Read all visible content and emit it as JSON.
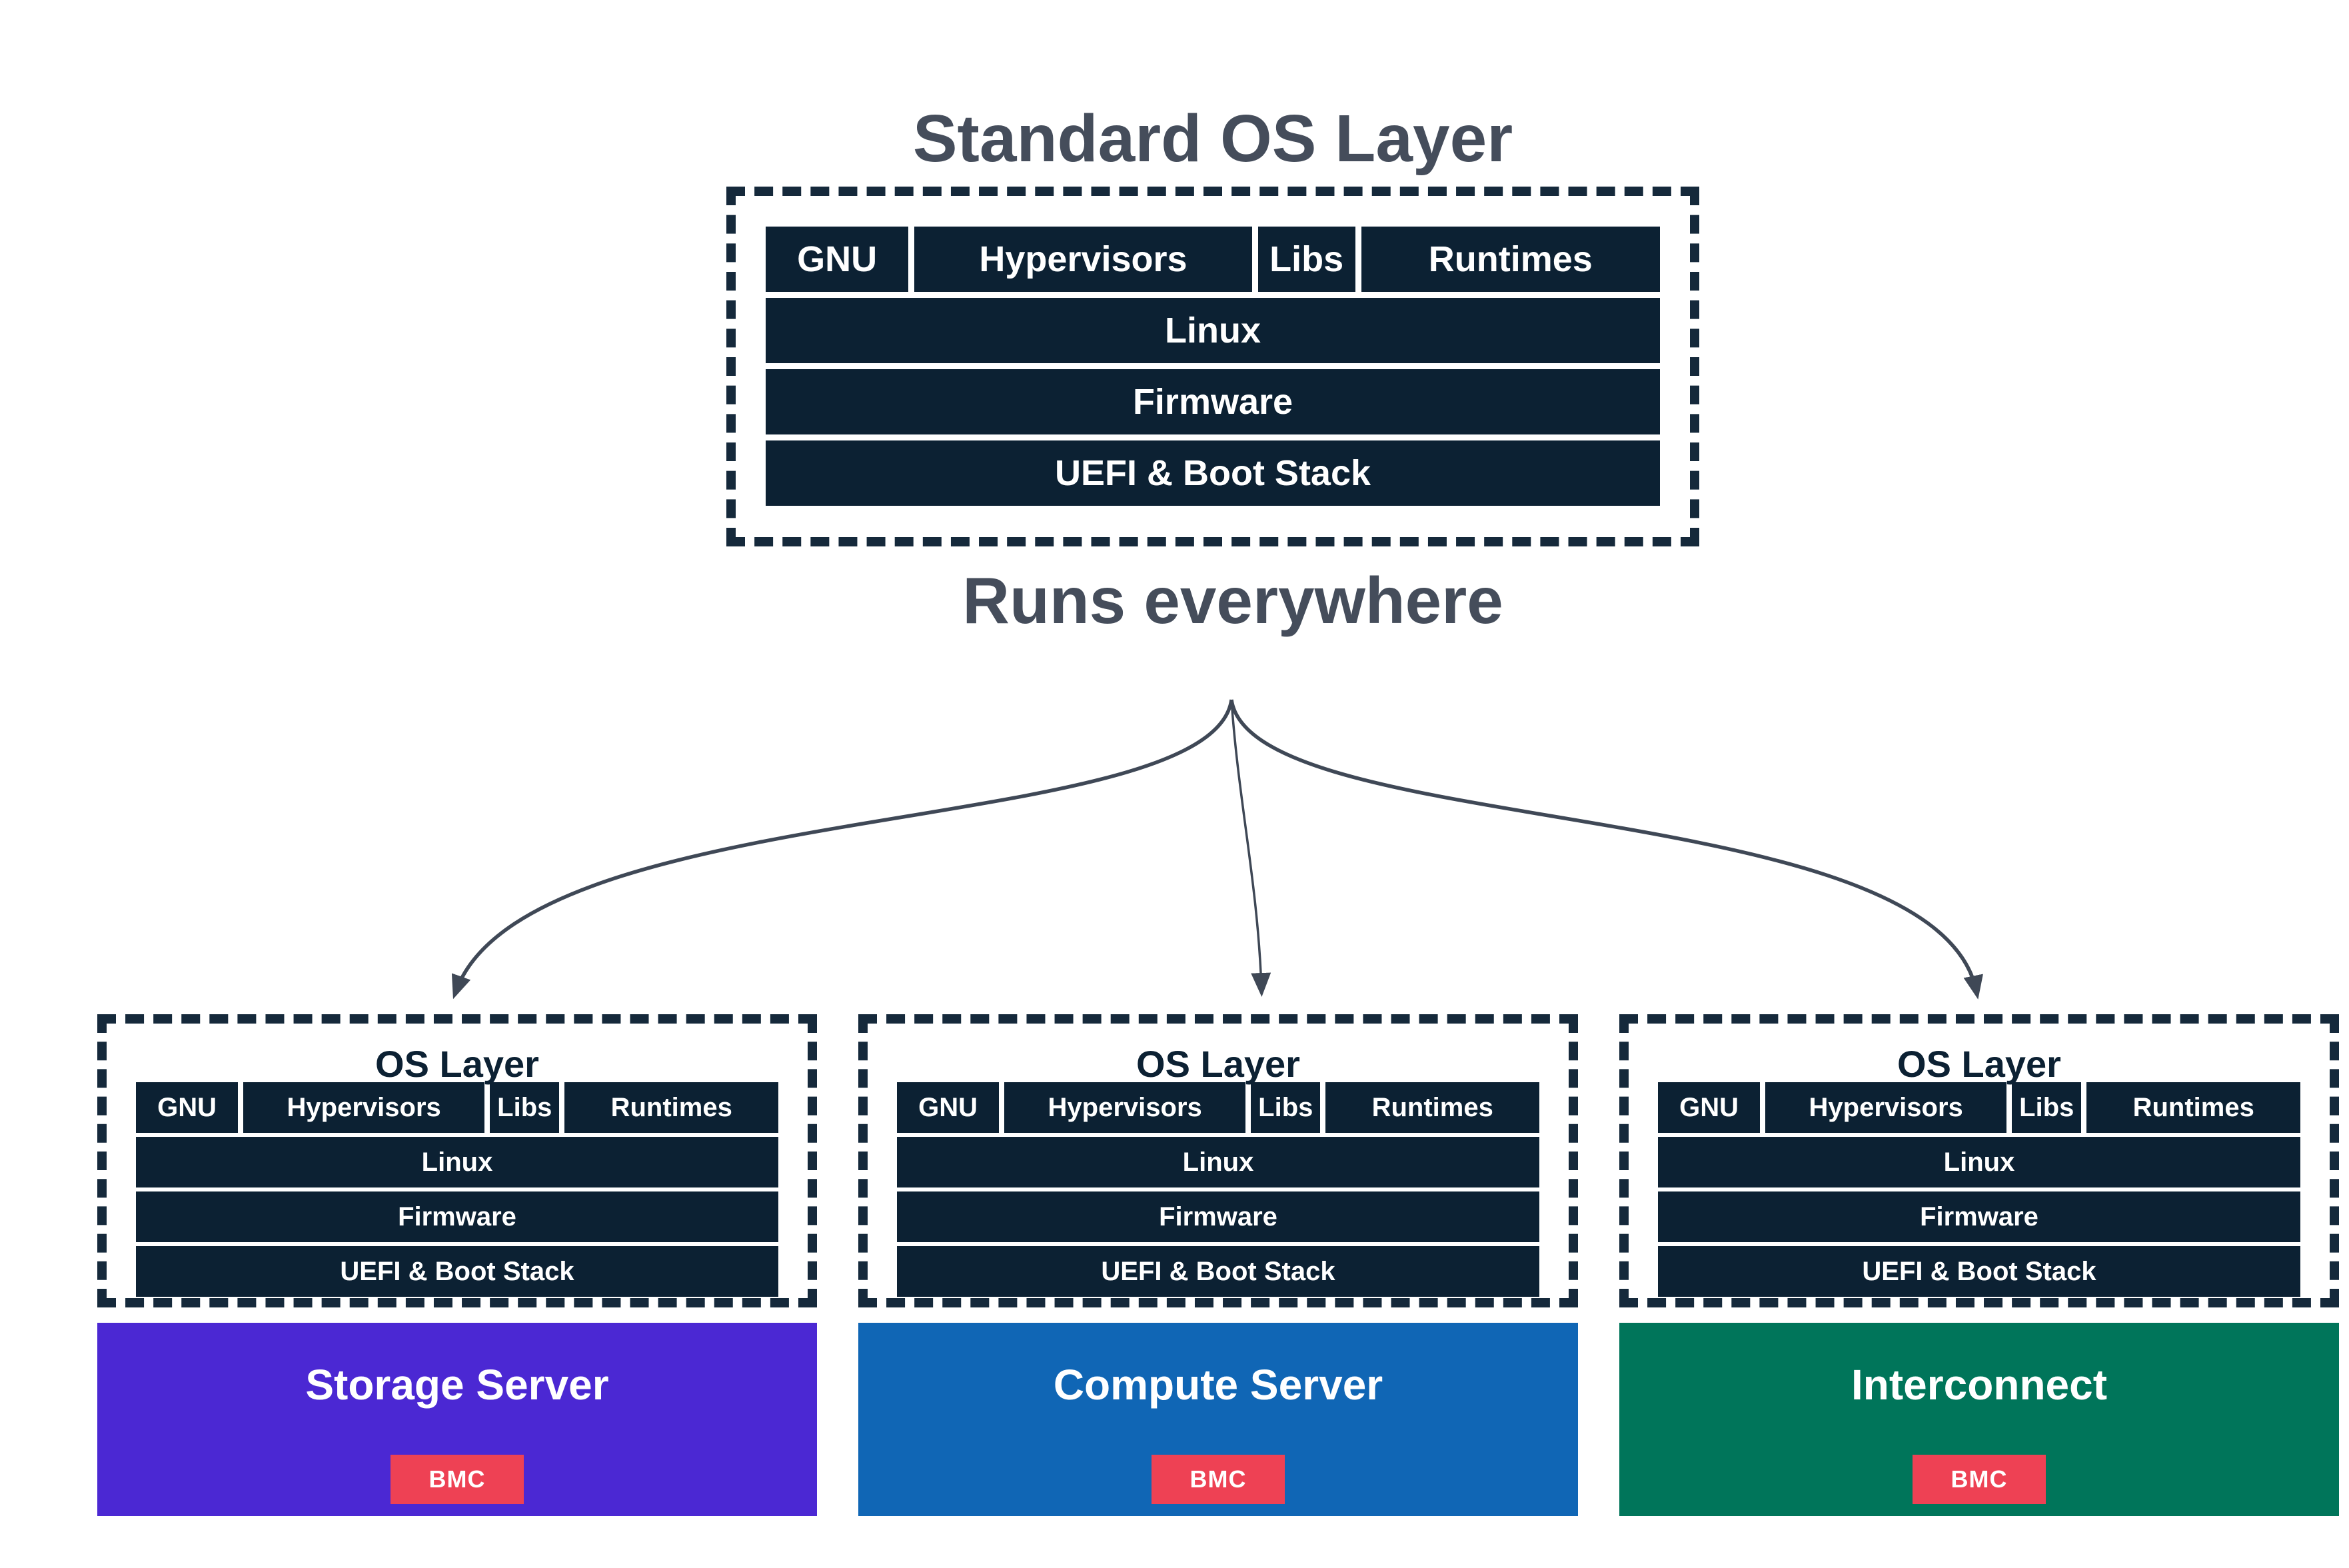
{
  "colors": {
    "navy": "#0c2133",
    "ink": "#15293b",
    "slate": "#454d5b",
    "arrow": "#3f4856",
    "red": "#ee4154",
    "purple": "#4b28d3",
    "blue": "#1066b5",
    "green": "#00755a"
  },
  "header": {
    "title": "Standard OS Layer",
    "caption": "Runs everywhere"
  },
  "stack": {
    "top_row": [
      "GNU",
      "Hypervisors",
      "Libs",
      "Runtimes"
    ],
    "layers": [
      "Linux",
      "Firmware",
      "UEFI & Boot Stack"
    ]
  },
  "targets": [
    {
      "os_label": "OS Layer",
      "server": "Storage Server",
      "bmc": "BMC",
      "color": "#4b28d3"
    },
    {
      "os_label": "OS Layer",
      "server": "Compute Server",
      "bmc": "BMC",
      "color": "#1066b5"
    },
    {
      "os_label": "OS Layer",
      "server": "Interconnect",
      "bmc": "BMC",
      "color": "#00755a"
    }
  ]
}
